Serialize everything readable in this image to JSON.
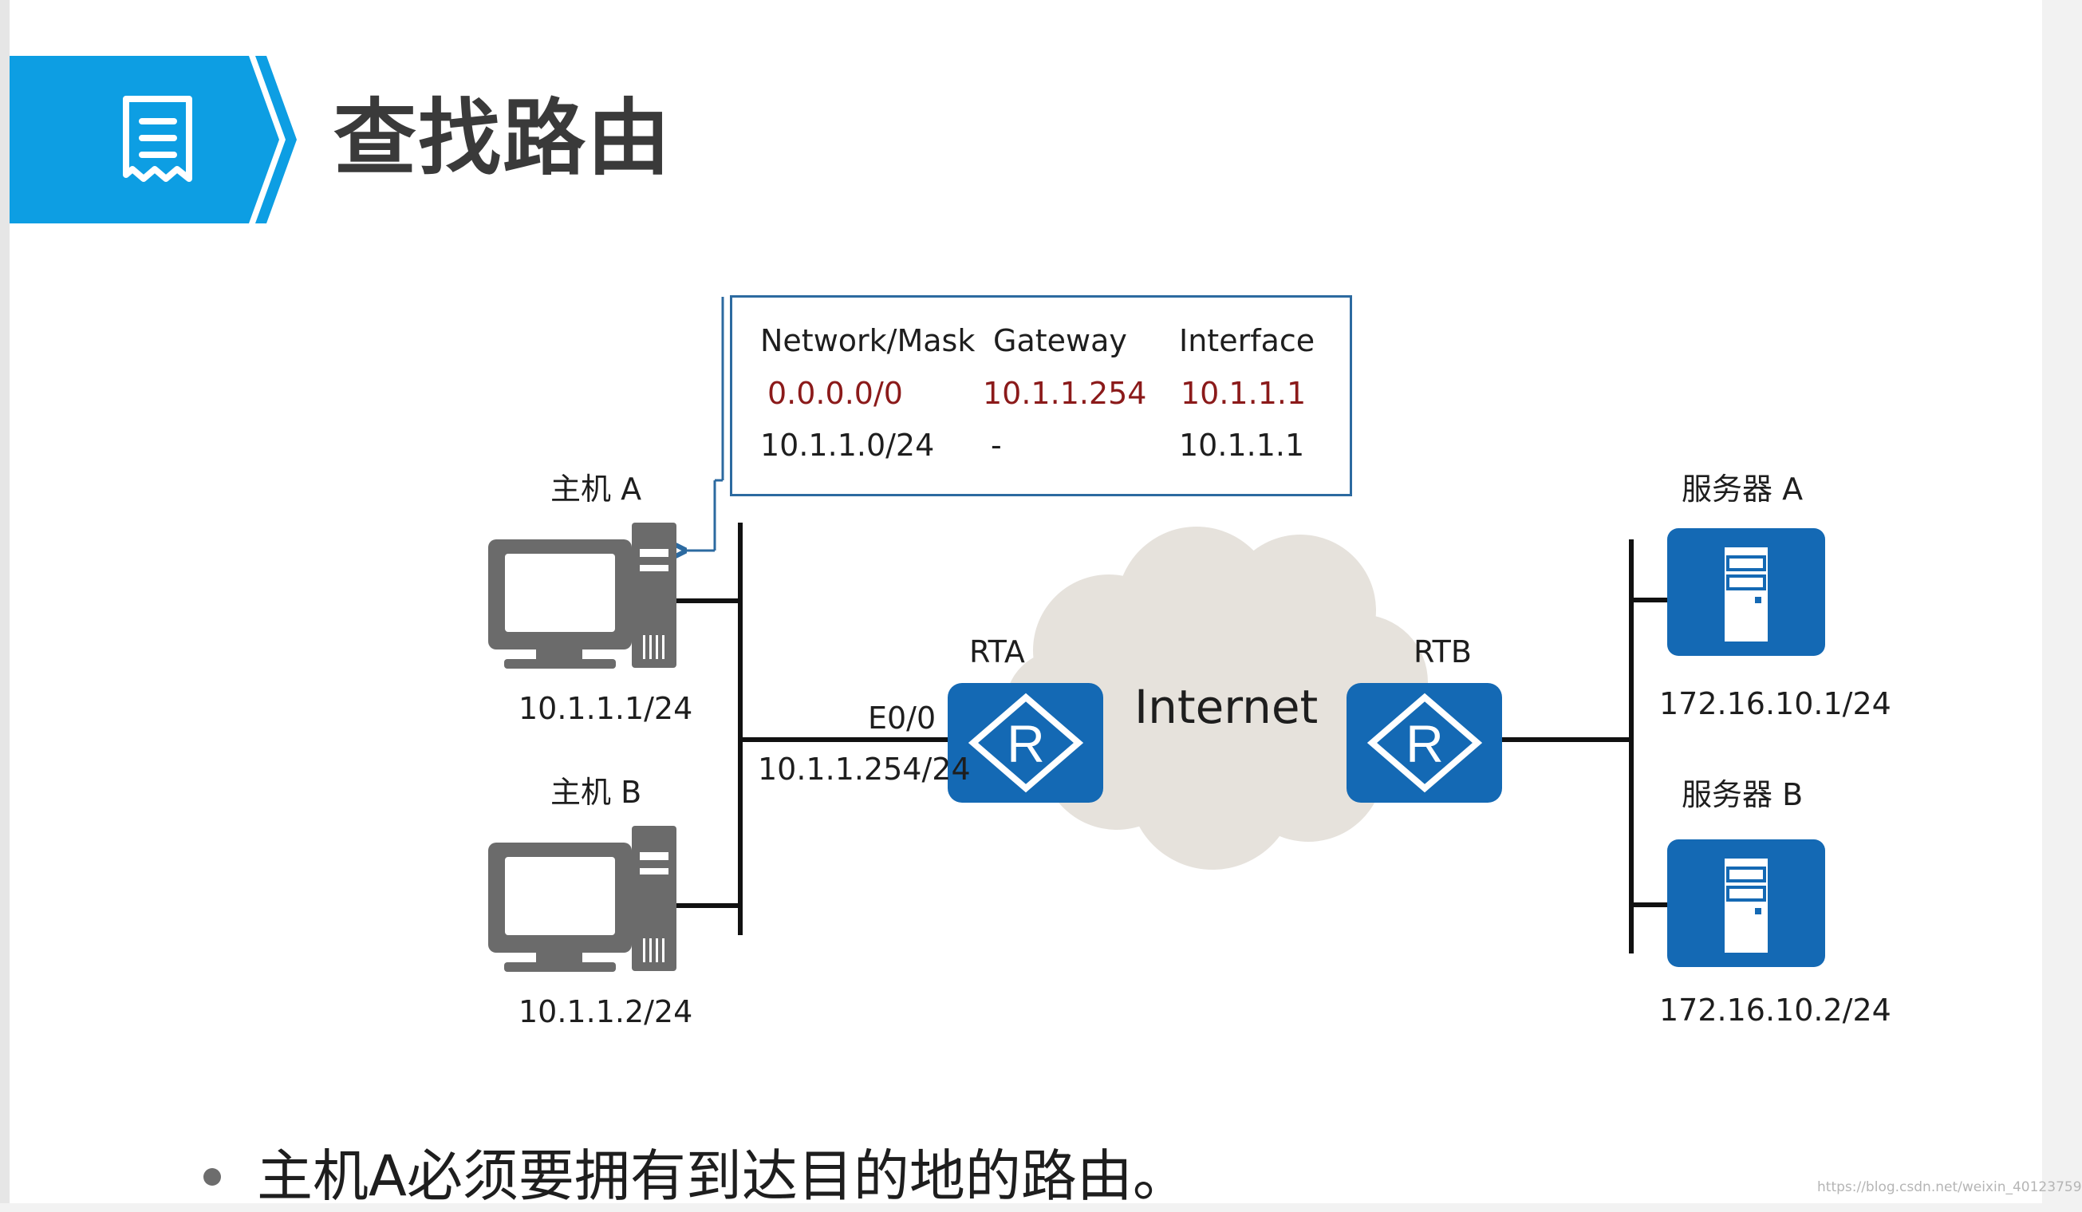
{
  "title": "查找路由",
  "hosts": {
    "host_a": {
      "name": "主机 A",
      "ip": "10.1.1.1/24"
    },
    "host_b": {
      "name": "主机 B",
      "ip": "10.1.1.2/24"
    }
  },
  "routers": {
    "rta": {
      "name": "RTA",
      "interface": "E0/0",
      "ip": "10.1.1.254/24"
    },
    "rtb": {
      "name": "RTB"
    }
  },
  "cloud_label": "Internet",
  "servers": {
    "server_a": {
      "name": "服务器 A",
      "ip": "172.16.10.1/24"
    },
    "server_b": {
      "name": "服务器 B",
      "ip": "172.16.10.2/24"
    }
  },
  "routing_table": {
    "headers": [
      "Network/Mask",
      "Gateway",
      "Interface"
    ],
    "rows": [
      [
        "0.0.0.0/0",
        "10.1.1.254",
        "10.1.1.1"
      ],
      [
        "10.1.1.0/24",
        "-",
        "10.1.1.1"
      ]
    ]
  },
  "bullet": "主机A必须要拥有到达目的地的路由。",
  "watermark": "https://blog.csdn.net/weixin_40123759",
  "colors": {
    "header_blue": "#0d9ee3",
    "device_blue": "#1469b4",
    "host_gray": "#6b6b6b",
    "highlight_red": "#8b1a1a",
    "table_border": "#2c6aa0"
  },
  "icons": [
    "document-icon",
    "computer-icon",
    "router-icon",
    "server-icon",
    "cloud-icon"
  ]
}
